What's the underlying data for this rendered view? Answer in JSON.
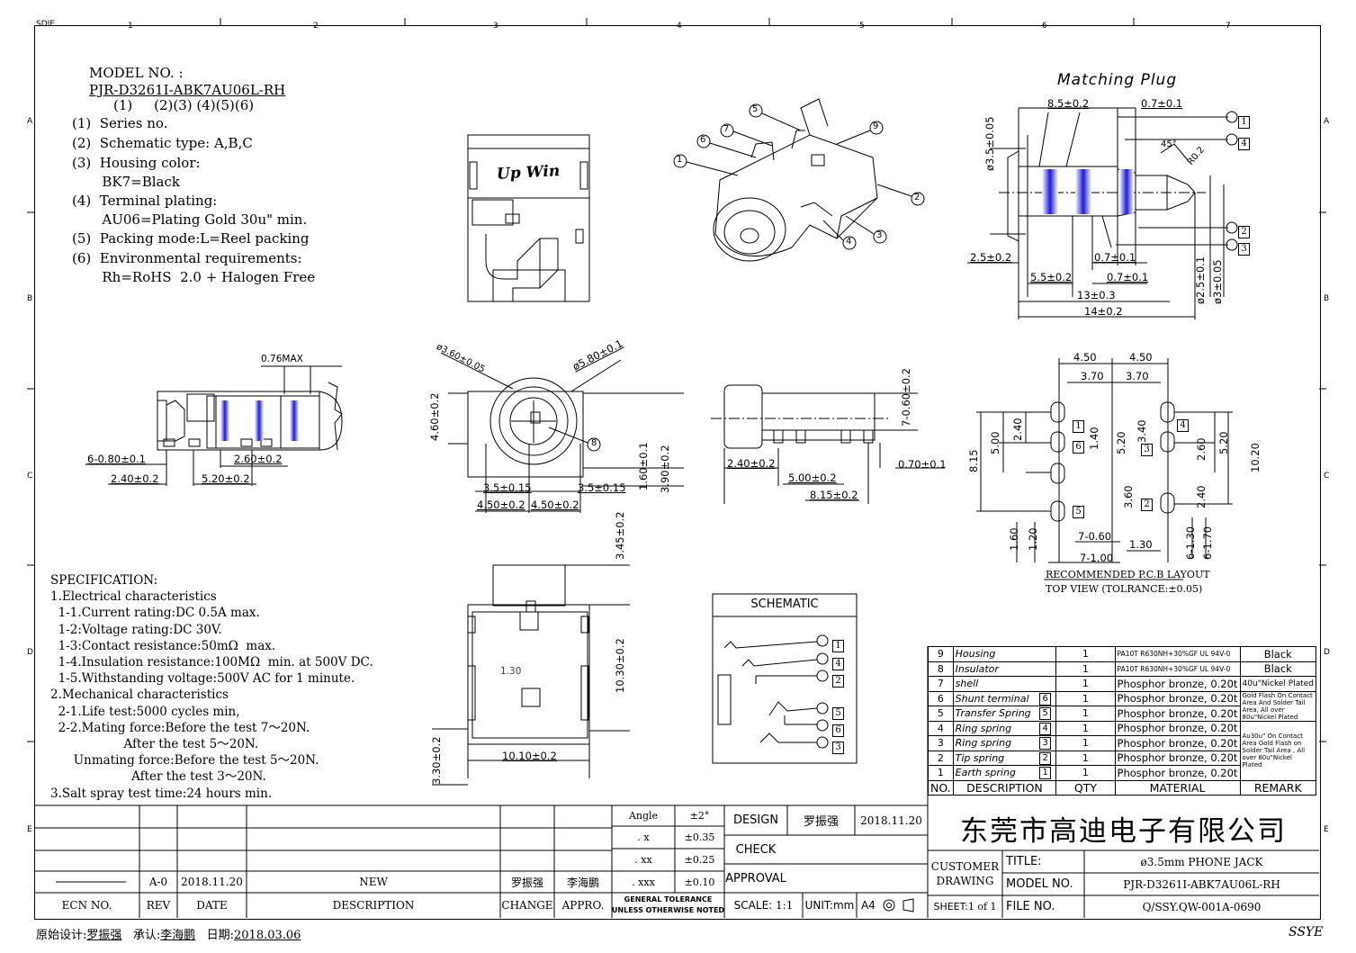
{
  "page": {
    "zone_columns": [
      "1",
      "2",
      "3",
      "4",
      "5",
      "6",
      "7"
    ],
    "zone_rows": [
      "A",
      "B",
      "C",
      "D",
      "E"
    ],
    "top_left_code": "SDIE"
  },
  "model_block": {
    "label": "MODEL NO. :",
    "model": "PJR-D3261I-ABK7AU06L-RH",
    "indices": "(1)     (2)(3) (4)(5)(6)",
    "items": [
      "(1)  Series no.",
      "(2)  Schematic type: A,B,C",
      "(3)  Housing color:",
      "       BK7=Black",
      "(4)  Terminal plating:",
      "       AU06=Plating Gold 30u\" min.",
      "(5)  Packing mode:L=Reel packing",
      "(6)  Environmental requirements:",
      "       Rh=RoHS  2.0 + Halogen Free"
    ]
  },
  "views": {
    "brand_mark": "Up Win",
    "matching_plug_title": "Matching Plug",
    "schematic_title": "SCHEMATIC",
    "pcb_caption_1": "RECOMMENDED P.C.B LAYOUT",
    "pcb_caption_2": "TOP VIEW (TOLRANCE:±0.05)"
  },
  "dimensions": {
    "side_view": [
      "0.76MAX",
      "6-0.80±0.1",
      "2.60±0.2",
      "2.40±0.2",
      "5.20±0.2"
    ],
    "front_view": [
      "ø3.60±0.05",
      "ø5.80±0.1",
      "4.60±0.2",
      "3.5±0.15",
      "3.5±0.15",
      "4.50±0.2",
      "4.50±0.2",
      "1.60±0.1",
      "3.90±0.2",
      "8"
    ],
    "right_view": [
      "7-0.60±0.2",
      "2.40±0.2",
      "5.00±0.2",
      "8.15±0.2",
      "0.70±0.1"
    ],
    "bottom_view": [
      "3.45±0.2",
      "1.30",
      "10.30±0.2",
      "3.30±0.2",
      "10.10±0.2"
    ],
    "plug": [
      "8.5±0.2",
      "0.7±0.1",
      "ø3.5±0.05",
      "45°",
      "R0.2",
      "2.5±0.2",
      "0.7±0.1",
      "5.5±0.2",
      "0.7±0.1",
      "13±0.3",
      "14±0.2",
      "ø2.5±0.1",
      "ø3±0.05"
    ],
    "pcb": [
      "4.50",
      "4.50",
      "3.70",
      "3.70",
      "2.40",
      "5.00",
      "8.15",
      "1.40",
      "5.20",
      "3.40",
      "2.60",
      "5.20",
      "10.20",
      "3.60",
      "2.40",
      "1.60",
      "1.20",
      "7-0.60",
      "1.30",
      "6-1.30",
      "6-1.70",
      "7-1.00"
    ]
  },
  "callouts": [
    "1",
    "2",
    "3",
    "4",
    "5",
    "6",
    "7",
    "8",
    "9"
  ],
  "plug_terminals": [
    "1",
    "4",
    "2",
    "3"
  ],
  "schematic_terminals": [
    "1",
    "4",
    "2",
    "5",
    "6",
    "3"
  ],
  "specification": {
    "title": "SPECIFICATION:",
    "lines": [
      "1.Electrical characteristics",
      "  1-1.Current rating:DC 0.5A max.",
      "  1-2:Voltage rating:DC 30V.",
      "  1-3:Contact resistance:50mΩ  max.",
      "  1-4.Insulation resistance:100MΩ  min. at 500V DC.",
      "  1-5.Withstanding voltage:500V AC for 1 minute.",
      "2.Mechanical characteristics",
      "  2-1.Life test:5000 cycles min,",
      "  2-2.Mating force:Before the test 7～20N.",
      "                   After the test 5～20N.",
      "      Unmating force:Before the test 5～20N.",
      "                     After the test 3～20N.",
      "3.Salt spray test time:24 hours min."
    ]
  },
  "bom": {
    "headers": [
      "NO.",
      "DESCRIPTION",
      "QTY",
      "MATERIAL",
      "REMARK"
    ],
    "rows": [
      {
        "no": "9",
        "desc": "Housing",
        "ref": "",
        "qty": "1",
        "material": "PA10T R630NH+30%GF UL 94V-0",
        "remark": "Black"
      },
      {
        "no": "8",
        "desc": "Insulator",
        "ref": "",
        "qty": "1",
        "material": "PA10T R630NH+30%GF UL 94V-0",
        "remark": "Black"
      },
      {
        "no": "7",
        "desc": "shell",
        "ref": "",
        "qty": "1",
        "material": "Phosphor bronze, 0.20t",
        "remark": "40u\"Nickel Plated"
      },
      {
        "no": "6",
        "desc": "Shunt terminal",
        "ref": "6",
        "qty": "1",
        "material": "Phosphor bronze, 0.20t",
        "remark": "Gold Flash On Contact Area And Solder Tail Area, All over 80u\"Nickel Plated"
      },
      {
        "no": "5",
        "desc": "Transfer Spring",
        "ref": "5",
        "qty": "1",
        "material": "Phosphor bronze, 0.20t",
        "remark": ""
      },
      {
        "no": "4",
        "desc": "Ring spring",
        "ref": "4",
        "qty": "1",
        "material": "Phosphor bronze, 0.20t",
        "remark": "Au30u\" On Contact Area  Gold Flash on Solder Tail Area , All over 80u\"Nickel Plated"
      },
      {
        "no": "3",
        "desc": "Ring spring",
        "ref": "3",
        "qty": "1",
        "material": "Phosphor bronze, 0.20t",
        "remark": ""
      },
      {
        "no": "2",
        "desc": "Tip spring",
        "ref": "2",
        "qty": "1",
        "material": "Phosphor bronze, 0.20t",
        "remark": ""
      },
      {
        "no": "1",
        "desc": "Earth spring",
        "ref": "1",
        "qty": "1",
        "material": "Phosphor bronze, 0.20t",
        "remark": ""
      }
    ]
  },
  "title_block": {
    "rev_row": {
      "rev": "A-0",
      "date": "2018.11.20",
      "desc": "NEW",
      "change": "罗振强",
      "appro": "李海鹏"
    },
    "headers": {
      "ecn": "ECN NO.",
      "rev": "REV",
      "date": "DATE",
      "desc": "DESCRIPTION",
      "change": "CHANGE",
      "appro": "APPRO."
    },
    "tolerance": [
      {
        "label": "Angle",
        "value": "±2°"
      },
      {
        "label": ". x",
        "value": "±0.35"
      },
      {
        "label": ". xx",
        "value": "±0.25"
      },
      {
        "label": ". xxx",
        "value": "±0.10"
      }
    ],
    "tolerance_caption_1": "GENERAL TOLERANCE",
    "tolerance_caption_2": "UNLESS OTHERWISE NOTED",
    "design_label": "DESIGN",
    "design_name": "罗振强",
    "design_date": "2018.11.20",
    "check_label": "CHECK",
    "approval_label": "APPROVAL",
    "scale_label": "SCALE:",
    "scale_value": "1:1",
    "unit": "UNIT:mm",
    "paper": "A4",
    "sheet_label": "SHEET:",
    "sheet_value": "1 of 1",
    "company": "东莞市高迪电子有限公司",
    "customer_drawing_1": "CUSTOMER",
    "customer_drawing_2": "DRAWING",
    "title_label": "TITLE:",
    "title_value": "ø3.5mm PHONE JACK",
    "model_label": "MODEL NO.",
    "model_value": "PJR-D3261I-ABK7AU06L-RH",
    "file_label": "FILE NO.",
    "file_value": "Q/SSY.QW-001A-0690"
  },
  "footer": {
    "designer_label": "原始设计:",
    "designer": "罗振强",
    "approver_label": "承认:",
    "approver": "李海鹏",
    "date_label": "日期:",
    "date": "2018.03.06",
    "mark": "SSYE"
  }
}
